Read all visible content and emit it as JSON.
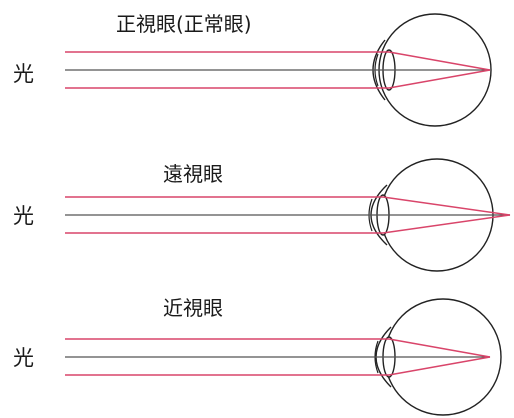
{
  "panels": [
    {
      "id": "normal",
      "title": "正視眼(正常眼)",
      "light_label": "光"
    },
    {
      "id": "hyperopia",
      "title": "遠視眼",
      "light_label": "光"
    },
    {
      "id": "myopia",
      "title": "近視眼",
      "light_label": "光"
    }
  ],
  "colors": {
    "ray": "#d9456a",
    "axis": "#555555",
    "outline": "#222222",
    "background": "#ffffff"
  }
}
